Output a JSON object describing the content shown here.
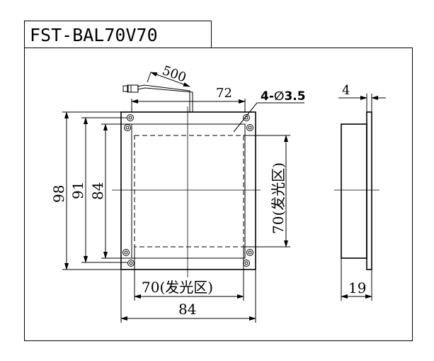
{
  "title": "FST-BAL70V70",
  "dimensions": {
    "cable_length": "500",
    "top_offset": "72",
    "holes": "4-∅3.5",
    "side_thickness": "4",
    "side_depth": "19",
    "height_outer": "98",
    "height_holes": "91",
    "height_inner": "84",
    "width_emit": "70(发光区)",
    "width_inner": "84",
    "height_emit": "70(发光区)"
  }
}
